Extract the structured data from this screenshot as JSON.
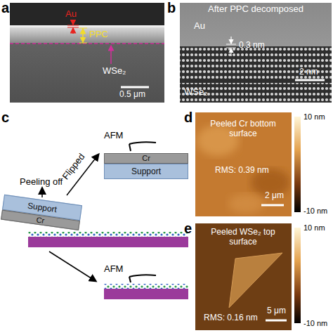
{
  "diagram": {
    "nodes": [
      {
        "text": [
          "Support"
        ]
      },
      {
        "text": [
          "Cr"
        ]
      },
      {
        "text": [
          "Cr"
        ]
      },
      {
        "text": [
          "Support"
        ]
      }
    ],
    "labels": [
      "a",
      "Au",
      "PPC",
      "WSe₂",
      "0.5 μm",
      "b",
      "After PPC decomposed",
      "Au",
      "0.3 nm",
      "WSe₂",
      "2 nm",
      "c",
      "AFM",
      "Flipped",
      "Peeling off",
      "AFM",
      "d",
      "Peeled Cr bottom surface",
      "RMS: 0.39 nm",
      "2 μm",
      "10 nm",
      "-10 nm",
      "e",
      "Peeled WSe₂ top surface",
      "RMS: 0.16 nm",
      "5 μm",
      "10 nm",
      "-10 nm"
    ]
  }
}
